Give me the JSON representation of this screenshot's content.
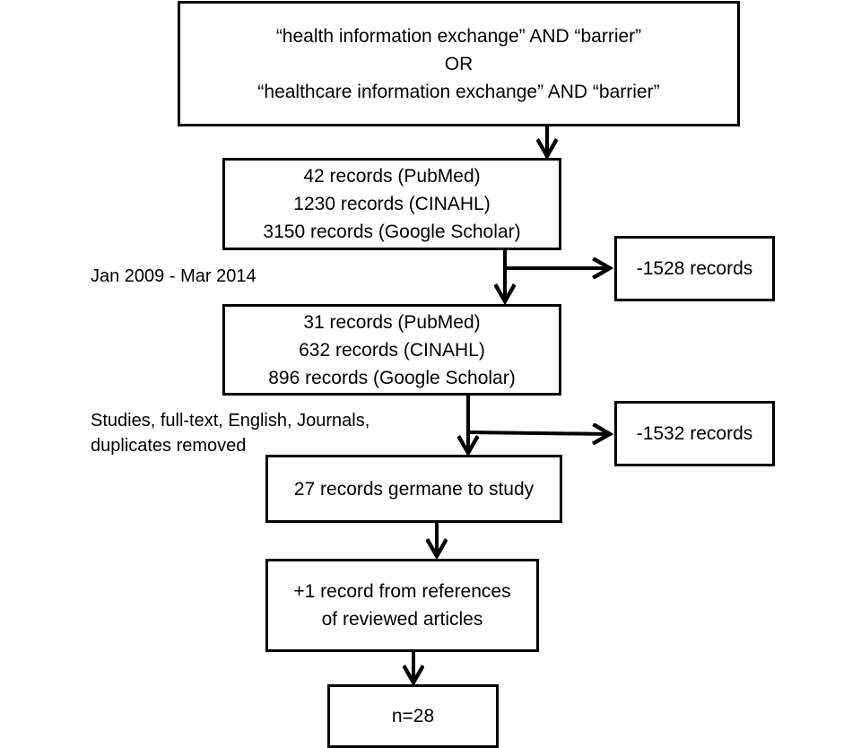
{
  "flowchart": {
    "search_box": {
      "lines": [
        "“health information exchange” AND “barrier”",
        "OR",
        "“healthcare information exchange” AND “barrier”"
      ]
    },
    "initial_records_box": {
      "lines": [
        "42 records (PubMed)",
        "1230 records (CINAHL)",
        "3150 records (Google Scholar)"
      ]
    },
    "date_filter_note": {
      "text": "Jan 2009 - Mar 2014"
    },
    "exclusion_1_box": {
      "text": "-1528 records"
    },
    "filtered_records_box": {
      "lines": [
        "31 records (PubMed)",
        "632 records (CINAHL)",
        "896 records (Google Scholar)"
      ]
    },
    "criteria_note": {
      "lines": [
        "Studies, full-text, English, Journals,",
        "duplicates removed"
      ]
    },
    "exclusion_2_box": {
      "text": "-1532 records"
    },
    "germane_box": {
      "text": "27 records germane to study"
    },
    "references_box": {
      "lines": [
        "+1 record from references",
        "of reviewed articles"
      ]
    },
    "final_box": {
      "text": "n=28"
    }
  }
}
